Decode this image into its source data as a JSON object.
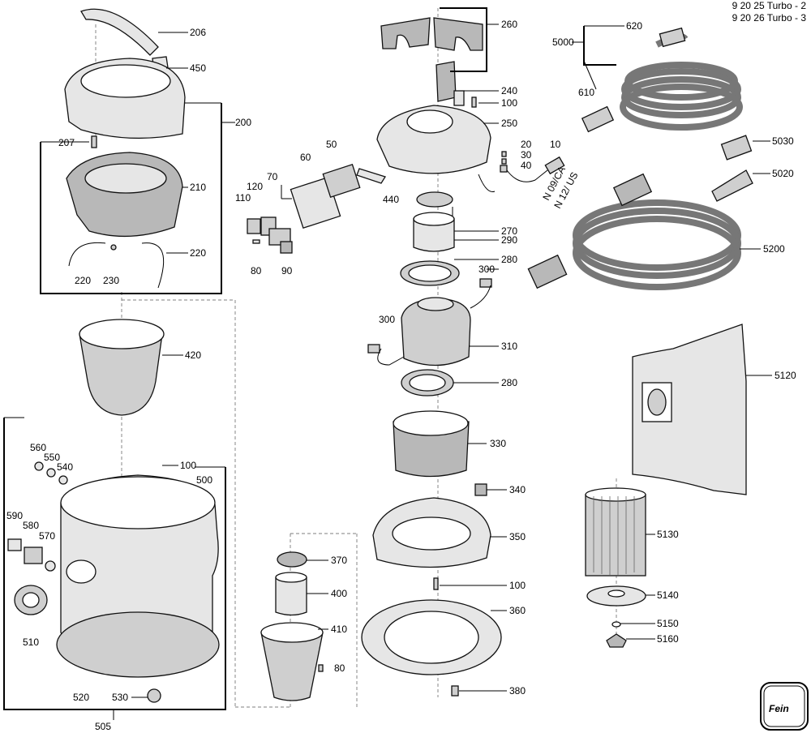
{
  "header": {
    "model_line_1": "9 20 25 Turbo - 2",
    "model_line_2": "9 20 26 Turbo - 3"
  },
  "logo": {
    "text": "Fein"
  },
  "labels": {
    "l206": "206",
    "l450": "450",
    "l200": "200",
    "l207": "207",
    "l210": "210",
    "l220a": "220",
    "l220b": "220",
    "l230": "230",
    "l420": "420",
    "l560": "560",
    "l550": "550",
    "l540": "540",
    "l100a": "100",
    "l500": "500",
    "l590": "590",
    "l580": "580",
    "l570": "570",
    "l510": "510",
    "l520": "520",
    "l530": "530",
    "l505": "505",
    "l110": "110",
    "l120": "120",
    "l70": "70",
    "l60": "60",
    "l50": "50",
    "l80a": "80",
    "l90": "90",
    "l440": "440",
    "l260": "260",
    "l240": "240",
    "l100b": "100",
    "l250": "250",
    "l20": "20",
    "l30": "30",
    "l40": "40",
    "l10": "10",
    "plug_ca": "N 09/CA",
    "plug_us": "N 12/ US",
    "l270": "270",
    "l290": "290",
    "l280a": "280",
    "l300a": "300",
    "l300b": "300",
    "l310": "310",
    "l280b": "280",
    "l330": "330",
    "l340": "340",
    "l350": "350",
    "l100c": "100",
    "l360": "360",
    "l380": "380",
    "l370": "370",
    "l400": "400",
    "l410": "410",
    "l80b": "80",
    "l5000": "5000",
    "l620": "620",
    "l610": "610",
    "l5030": "5030",
    "l5020": "5020",
    "l5200": "5200",
    "l5120": "5120",
    "l5130": "5130",
    "l5140": "5140",
    "l5150": "5150",
    "l5160": "5160"
  }
}
